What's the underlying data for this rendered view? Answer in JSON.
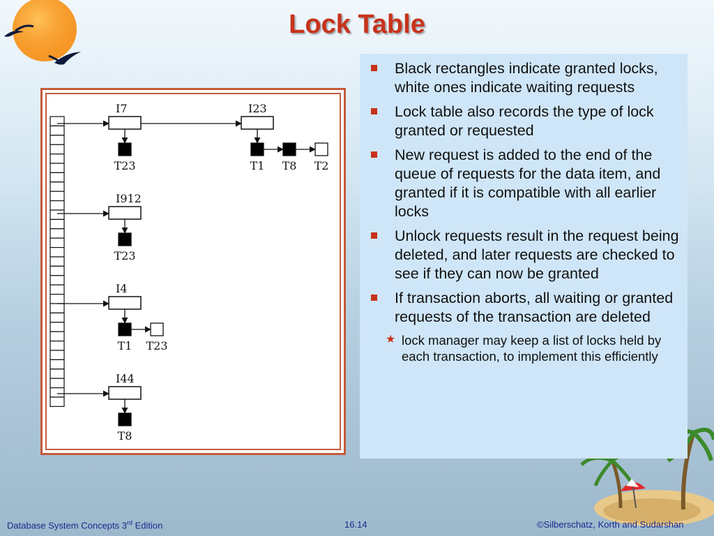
{
  "slide": {
    "title": "Lock Table",
    "bullets": [
      "Black rectangles indicate granted locks, white ones indicate waiting requests",
      "Lock table also records the type of lock granted or requested",
      "New request is added to the end of the queue of requests for the data item, and granted if it is compatible with all earlier locks",
      "Unlock requests result in the request being deleted, and later requests are checked to see if they can now be granted",
      "If transaction aborts, all waiting or granted requests of the transaction are deleted"
    ],
    "sub_bullets": [
      "lock manager may keep a list of locks held by each transaction, to implement this efficiently"
    ],
    "colors": {
      "accent": "#c8321a",
      "panel": "#cfe6f8",
      "footer": "#1a2a8c",
      "frame": "#c55a3a"
    }
  },
  "diagram": {
    "items": [
      {
        "label": "I7",
        "requests": [
          {
            "txn": "T23",
            "status": "granted"
          }
        ]
      },
      {
        "label": "I23",
        "requests": [
          {
            "txn": "T1",
            "status": "granted"
          },
          {
            "txn": "T8",
            "status": "granted"
          },
          {
            "txn": "T2",
            "status": "waiting"
          }
        ]
      },
      {
        "label": "I912",
        "requests": [
          {
            "txn": "T23",
            "status": "granted"
          }
        ]
      },
      {
        "label": "I4",
        "requests": [
          {
            "txn": "T1",
            "status": "granted"
          },
          {
            "txn": "T23",
            "status": "waiting"
          }
        ]
      },
      {
        "label": "I44",
        "requests": [
          {
            "txn": "T8",
            "status": "granted"
          }
        ]
      }
    ]
  },
  "footer": {
    "left_prefix": "Database System Concepts 3",
    "left_sup": "rd",
    "left_suffix": " Edition",
    "center": "16.14",
    "right": "©Silberschatz, Korth and Sudarshan"
  }
}
